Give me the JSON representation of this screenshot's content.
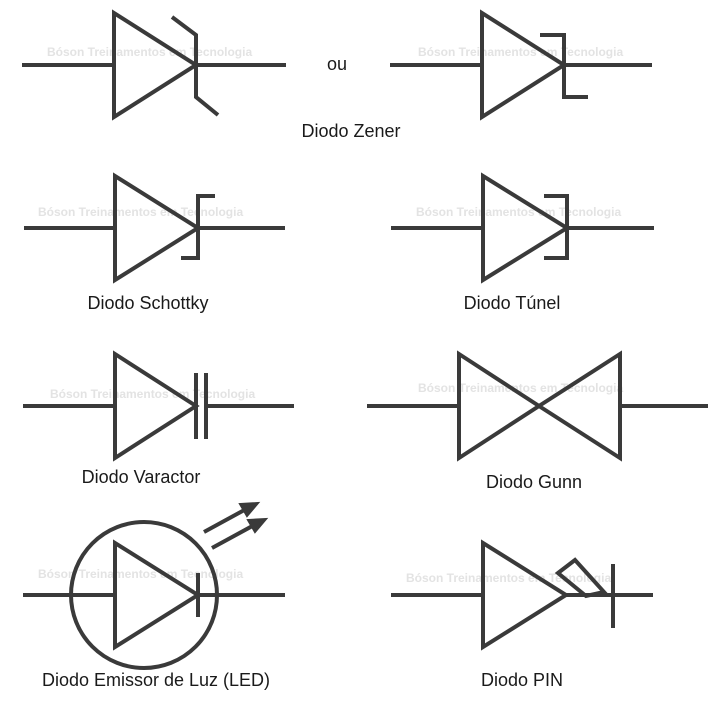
{
  "watermark": "Bóson Treinamentos em Tecnologia",
  "colors": {
    "stroke": "#3a3a3a",
    "text": "#1a1a1a",
    "watermark": "#e3e3e3",
    "background": "#ffffff"
  },
  "labels": {
    "zener": "Diodo Zener",
    "zener_or": "ou",
    "schottky": "Diodo Schottky",
    "tunel": "Diodo Túnel",
    "varactor": "Diodo Varactor",
    "gunn": "Diodo Gunn",
    "led": "Diodo Emissor de Luz (LED)",
    "pin": "Diodo PIN"
  }
}
